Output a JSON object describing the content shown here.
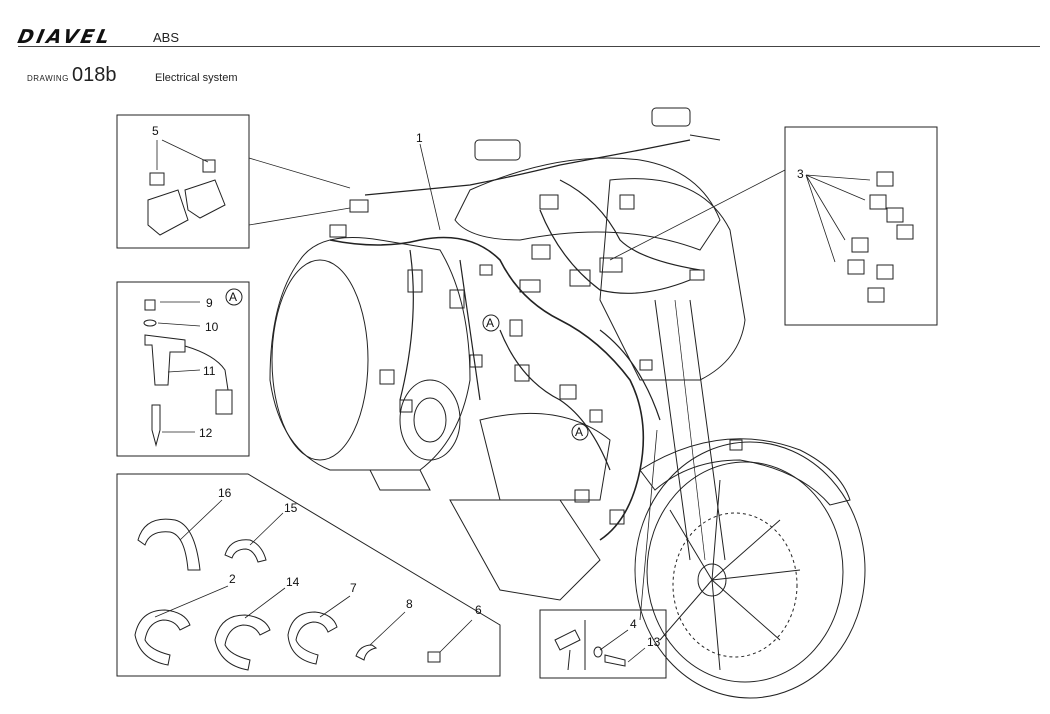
{
  "header": {
    "brand": "DIAVEL",
    "model": "ABS",
    "drawing_label": "DRAWING",
    "drawing_number": "018b",
    "drawing_title": "Electrical system"
  },
  "callouts": {
    "c1": "1",
    "c2": "2",
    "c3": "3",
    "c4": "4",
    "c5": "5",
    "c6": "6",
    "c7": "7",
    "c8": "8",
    "c9": "9",
    "c10": "10",
    "c11": "11",
    "c12": "12",
    "c13": "13",
    "c14": "14",
    "c15": "15",
    "c16": "16",
    "detail_a": "A"
  }
}
